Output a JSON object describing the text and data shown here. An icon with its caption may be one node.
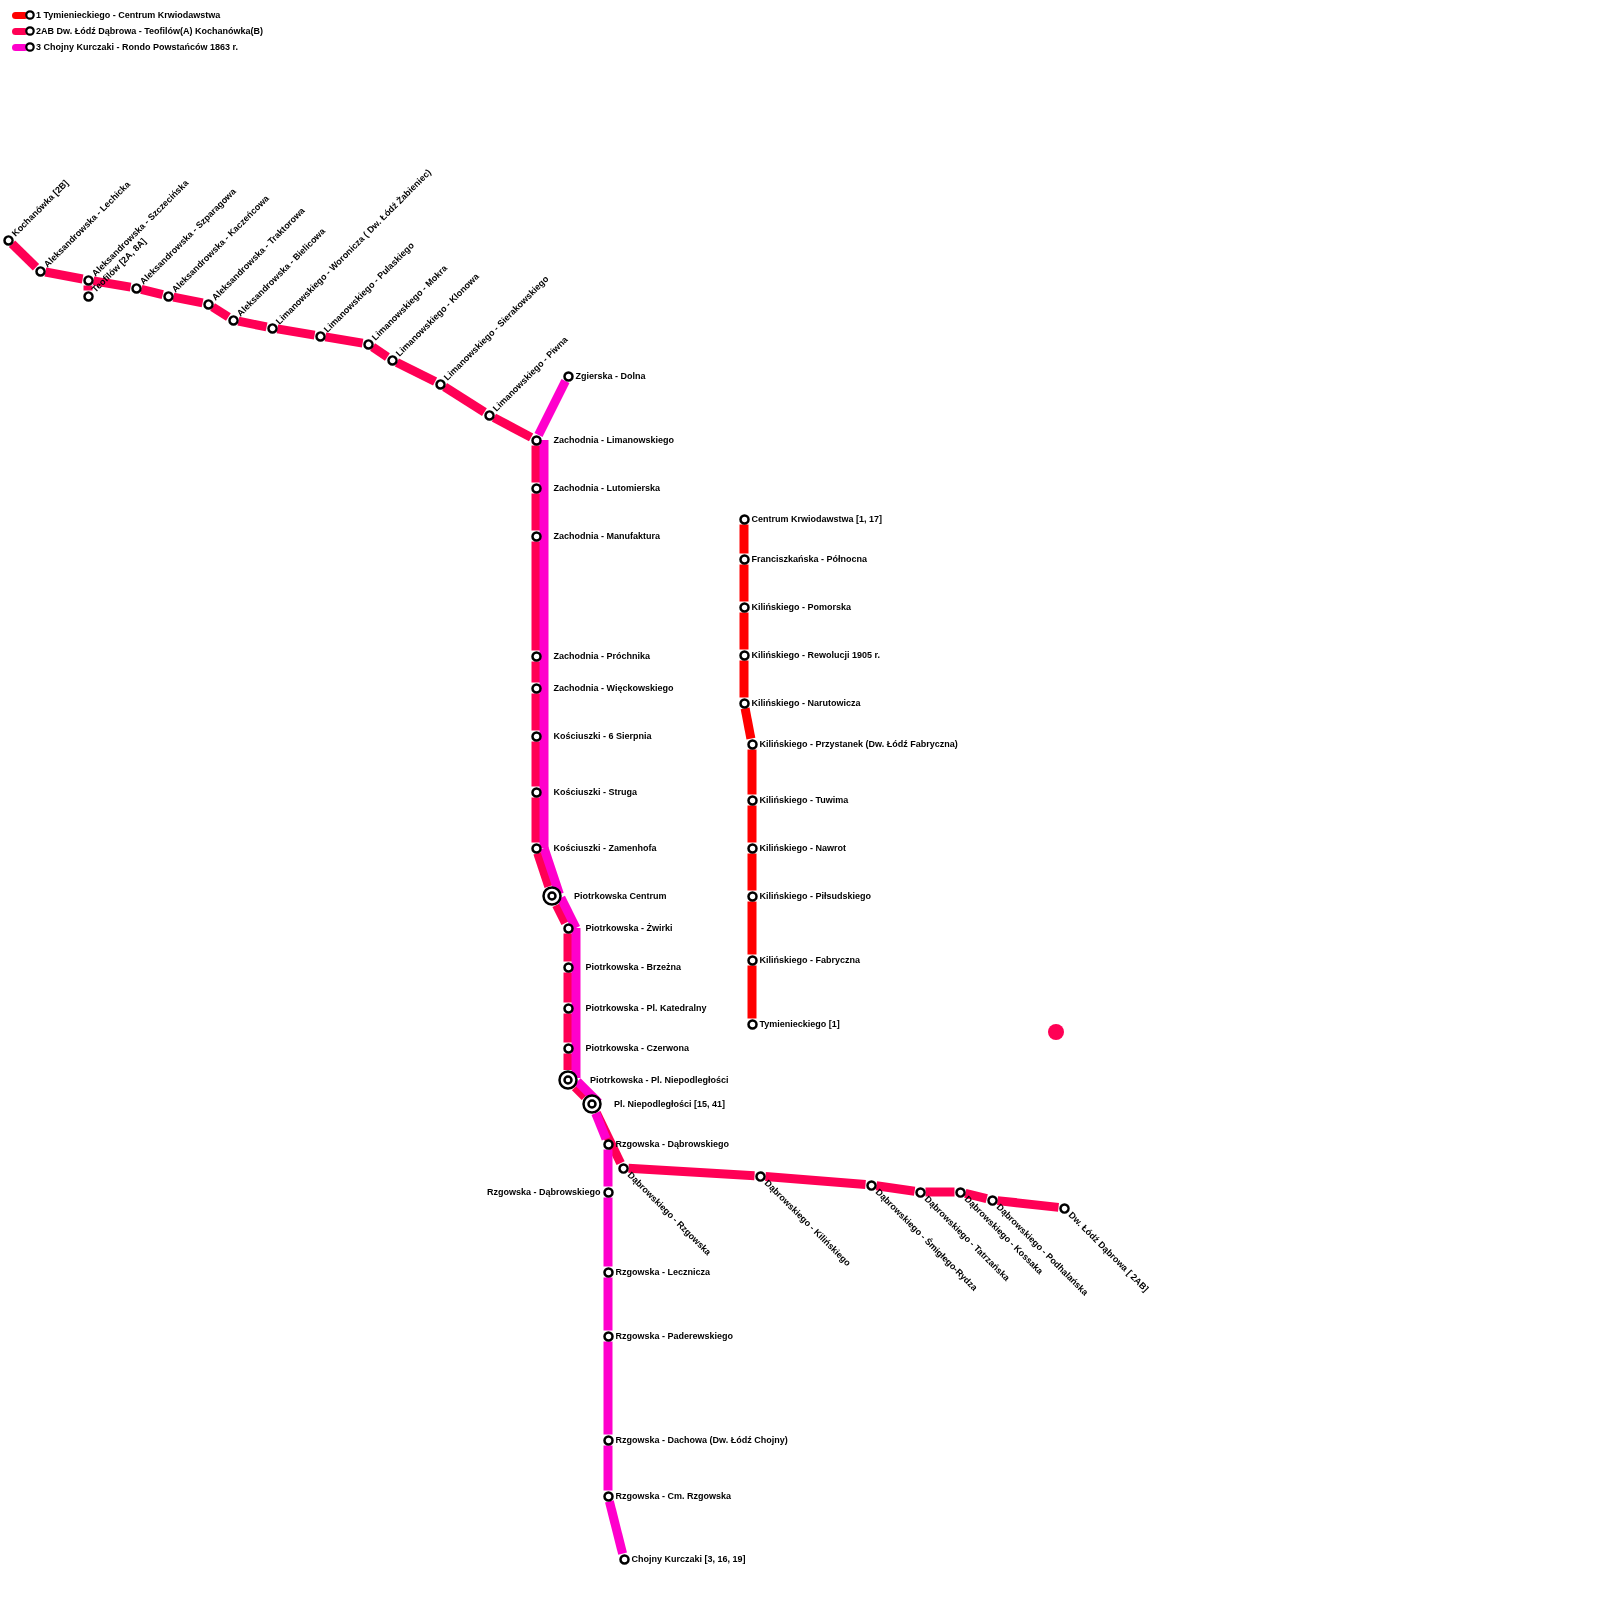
{
  "diagram": {
    "nodes": [
      {
        "text": [
          "Kochanówka [2B]"
        ]
      },
      {
        "text": [
          "Aleksandrowska - Lechicka"
        ]
      },
      {
        "text": [
          "Aleksandrowska - Szczecińska"
        ]
      },
      {
        "text": [
          "Teofilów [2A, 8A]"
        ]
      },
      {
        "text": [
          "Aleksandrowska - Szparagowa"
        ]
      },
      {
        "text": [
          "Aleksandrowska - Kaczeńcowa"
        ]
      },
      {
        "text": [
          "Aleksandrowska - Traktorowa"
        ]
      },
      {
        "text": [
          "Aleksandrowska - Bielicowa"
        ]
      },
      {
        "text": [
          "Limanowskiego - Woronicza ( Dw. Łódź Żabieniec)"
        ]
      },
      {
        "text": [
          "Limanowskiego - Pulaskiego"
        ]
      },
      {
        "text": [
          "Limanowskiego - Mokra"
        ]
      },
      {
        "text": [
          "Limanowskiego - Klonowa"
        ]
      },
      {
        "text": [
          "Limanowskiego - Sierakowskiego"
        ]
      },
      {
        "text": [
          "Limanowskiego - Piwna"
        ]
      },
      {
        "text": [
          "Zgierska - Dolna"
        ]
      },
      {
        "text": [
          "Zachodnia - Limanowskiego"
        ]
      },
      {
        "text": [
          "Zachodnia - Lutomierska"
        ]
      },
      {
        "text": [
          "Zachodnia - Manufaktura"
        ]
      },
      {
        "text": [
          "Zachodnia - Próchnika"
        ]
      },
      {
        "text": [
          "Zachodnia - Więckowskiego"
        ]
      },
      {
        "text": [
          "Kościuszki - 6 Sierpnia"
        ]
      },
      {
        "text": [
          "Kościuszki - Struga"
        ]
      },
      {
        "text": [
          "Kościuszki - Zamenhofa"
        ]
      },
      {
        "text": [
          "Piotrkowska Centrum"
        ]
      },
      {
        "text": [
          "Piotrkowska - Żwirki"
        ]
      },
      {
        "text": [
          "Piotrkowska - Brzeżna"
        ]
      },
      {
        "text": [
          "Piotrkowska - Pl. Katedralny"
        ]
      },
      {
        "text": [
          "Piotrkowska - Czerwona"
        ]
      },
      {
        "text": [
          "Piotrkowska - Pl. Niepodległości"
        ]
      },
      {
        "text": [
          "Pl. Niepodległości [15, 41]"
        ]
      },
      {
        "text": [
          "Rzgowska - Dąbrowskiego"
        ]
      },
      {
        "text": [
          "Rzgowska - Dąbrowskiego"
        ]
      },
      {
        "text": [
          "Rzgowska - Lecznicza"
        ]
      },
      {
        "text": [
          "Rzgowska - Paderewskiego"
        ]
      },
      {
        "text": [
          "Rzgowska - Dachowa (Dw. Łódź Chojny)"
        ]
      },
      {
        "text": [
          "Rzgowska - Cm. Rzgowska"
        ]
      },
      {
        "text": [
          "Chojny Kurczaki [3, 16, 19]"
        ]
      },
      {
        "text": [
          "Dąbrowskiego - Rzgowska"
        ]
      },
      {
        "text": [
          "Dąbrowskiego - Kilińskiego"
        ]
      },
      {
        "text": [
          "Dąbrowskiego - Śmigłego-Rydza"
        ]
      },
      {
        "text": [
          "Dąbrowskiego - Tatrzańska"
        ]
      },
      {
        "text": [
          "Dąbrowskiego - Kossaka"
        ]
      },
      {
        "text": [
          "Dąbrowskiego - Podhalańska"
        ]
      },
      {
        "text": [
          "Dw. Łódź Dąbrowa [ 2AB]"
        ]
      },
      {
        "text": [
          "Centrum Krwiodawstwa [1, 17]"
        ]
      },
      {
        "text": [
          "Franciszkańska - Północna"
        ]
      },
      {
        "text": [
          "Kilińskiego - Pomorska"
        ]
      },
      {
        "text": [
          "Kilińskiego - Rewolucji 1905 r."
        ]
      },
      {
        "text": [
          "Kilińskiego - Narutowicza"
        ]
      },
      {
        "text": [
          "Kilińskiego - Przystanek (Dw. Łódź Fabryczna)"
        ]
      },
      {
        "text": [
          "Kilińskiego - Tuwima"
        ]
      },
      {
        "text": [
          "Kilińskiego - Nawrot"
        ]
      },
      {
        "text": [
          "Kilińskiego - Piłsudskiego"
        ]
      },
      {
        "text": [
          "Kilińskiego - Fabryczna"
        ]
      },
      {
        "text": [
          "Tymienieckiego  [1]"
        ]
      }
    ],
    "edges": [
      {
        "from": 0,
        "to": 1,
        "arrow": "none"
      },
      {
        "from": 1,
        "to": 2,
        "arrow": "none"
      },
      {
        "from": 2,
        "to": 3,
        "arrow": "none"
      },
      {
        "from": 2,
        "to": 4,
        "arrow": "none"
      },
      {
        "from": 4,
        "to": 5,
        "arrow": "none"
      },
      {
        "from": 5,
        "to": 6,
        "arrow": "none"
      },
      {
        "from": 6,
        "to": 7,
        "arrow": "none"
      },
      {
        "from": 7,
        "to": 8,
        "arrow": "none"
      },
      {
        "from": 8,
        "to": 9,
        "arrow": "none"
      },
      {
        "from": 9,
        "to": 10,
        "arrow": "none"
      },
      {
        "from": 10,
        "to": 11,
        "arrow": "none"
      },
      {
        "from": 11,
        "to": 12,
        "arrow": "none"
      },
      {
        "from": 12,
        "to": 13,
        "arrow": "none"
      },
      {
        "from": 13,
        "to": 15,
        "arrow": "none"
      },
      {
        "from": 15,
        "to": 16,
        "arrow": "none"
      },
      {
        "from": 16,
        "to": 17,
        "arrow": "none"
      },
      {
        "from": 17,
        "to": 18,
        "arrow": "none"
      },
      {
        "from": 18,
        "to": 19,
        "arrow": "none"
      },
      {
        "from": 19,
        "to": 20,
        "arrow": "none"
      },
      {
        "from": 20,
        "to": 21,
        "arrow": "none"
      },
      {
        "from": 21,
        "to": 22,
        "arrow": "none"
      },
      {
        "from": 22,
        "to": 23,
        "arrow": "none"
      },
      {
        "from": 23,
        "to": 24,
        "arrow": "none"
      },
      {
        "from": 24,
        "to": 25,
        "arrow": "none"
      },
      {
        "from": 25,
        "to": 26,
        "arrow": "none"
      },
      {
        "from": 26,
        "to": 27,
        "arrow": "none"
      },
      {
        "from": 27,
        "to": 28,
        "arrow": "none"
      },
      {
        "from": 28,
        "to": 29,
        "arrow": "none"
      },
      {
        "from": 29,
        "to": 37,
        "arrow": "none"
      },
      {
        "from": 37,
        "to": 38,
        "arrow": "none"
      },
      {
        "from": 38,
        "to": 39,
        "arrow": "none"
      },
      {
        "from": 39,
        "to": 40,
        "arrow": "none"
      },
      {
        "from": 40,
        "to": 41,
        "arrow": "none"
      },
      {
        "from": 41,
        "to": 42,
        "arrow": "none"
      },
      {
        "from": 42,
        "to": 43,
        "arrow": "none"
      },
      {
        "from": 14,
        "to": 15,
        "arrow": "none",
        "color": "#ff00cc"
      },
      {
        "from": 15,
        "to": 16,
        "arrow": "none",
        "color": "#ff00cc"
      },
      {
        "from": 16,
        "to": 17,
        "arrow": "none",
        "color": "#ff00cc"
      },
      {
        "from": 17,
        "to": 18,
        "arrow": "none",
        "color": "#ff00cc"
      },
      {
        "from": 18,
        "to": 19,
        "arrow": "none",
        "color": "#ff00cc"
      },
      {
        "from": 19,
        "to": 20,
        "arrow": "none",
        "color": "#ff00cc"
      },
      {
        "from": 20,
        "to": 21,
        "arrow": "none",
        "color": "#ff00cc"
      },
      {
        "from": 21,
        "to": 22,
        "arrow": "none",
        "color": "#ff00cc"
      },
      {
        "from": 22,
        "to": 23,
        "arrow": "none",
        "color": "#ff00cc"
      },
      {
        "from": 23,
        "to": 24,
        "arrow": "none",
        "color": "#ff00cc"
      },
      {
        "from": 24,
        "to": 25,
        "arrow": "none",
        "color": "#ff00cc"
      },
      {
        "from": 25,
        "to": 26,
        "arrow": "none",
        "color": "#ff00cc"
      },
      {
        "from": 26,
        "to": 27,
        "arrow": "none",
        "color": "#ff00cc"
      },
      {
        "from": 27,
        "to": 28,
        "arrow": "none",
        "color": "#ff00cc"
      },
      {
        "from": 28,
        "to": 29,
        "arrow": "none",
        "color": "#ff00cc"
      },
      {
        "from": 29,
        "to": 30,
        "arrow": "none",
        "color": "#ff00cc"
      },
      {
        "from": 30,
        "to": 31,
        "arrow": "none",
        "color": "#ff00cc"
      },
      {
        "from": 31,
        "to": 32,
        "arrow": "none",
        "color": "#ff00cc"
      },
      {
        "from": 32,
        "to": 33,
        "arrow": "none",
        "color": "#ff00cc"
      },
      {
        "from": 33,
        "to": 34,
        "arrow": "none",
        "color": "#ff00cc"
      },
      {
        "from": 34,
        "to": 35,
        "arrow": "none",
        "color": "#ff00cc"
      },
      {
        "from": 35,
        "to": 36,
        "arrow": "none",
        "color": "#ff00cc"
      },
      {
        "from": 44,
        "to": 45,
        "arrow": "none",
        "color": "#ff0000"
      },
      {
        "from": 45,
        "to": 46,
        "arrow": "none",
        "color": "#ff0000"
      },
      {
        "from": 46,
        "to": 47,
        "arrow": "none",
        "color": "#ff0000"
      },
      {
        "from": 47,
        "to": 48,
        "arrow": "none",
        "color": "#ff0000"
      },
      {
        "from": 48,
        "to": 49,
        "arrow": "none",
        "color": "#ff0000"
      },
      {
        "from": 49,
        "to": 50,
        "arrow": "none",
        "color": "#ff0000"
      },
      {
        "from": 50,
        "to": 51,
        "arrow": "none",
        "color": "#ff0000"
      },
      {
        "from": 51,
        "to": 52,
        "arrow": "none",
        "color": "#ff0000"
      },
      {
        "from": 52,
        "to": 53,
        "arrow": "none",
        "color": "#ff0000"
      },
      {
        "from": 53,
        "to": 54,
        "arrow": "none",
        "color": "#ff0000"
      }
    ],
    "legend": [
      {
        "text": "1 Tymienieckiego - Centrum Krwiodawstwa",
        "color": "#ff0000"
      },
      {
        "text": "2AB Dw. Łódź Dąbrowa - Teofilów(A) Kochanówka(B)",
        "color": "#ff0055"
      },
      {
        "text": "3 Chojny Kurczaki - Rondo Powstańców 1863 r.",
        "color": "#ff00cc"
      }
    ]
  }
}
